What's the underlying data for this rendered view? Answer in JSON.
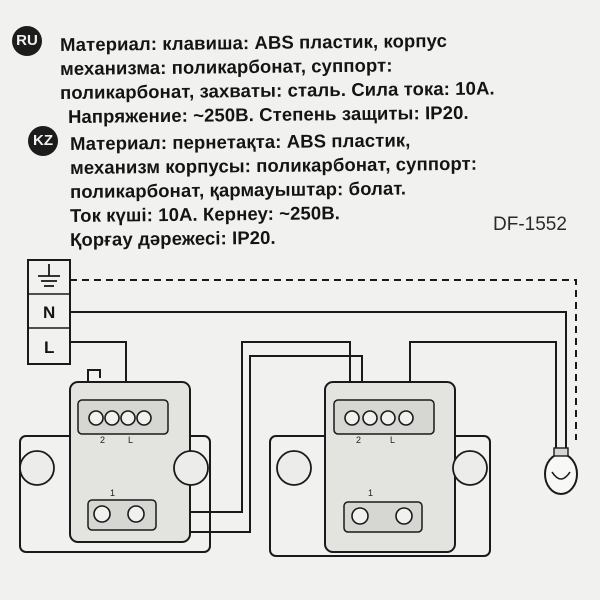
{
  "ru": {
    "badge": "RU",
    "lines": [
      "Материал: клавиша: ABS пластик, корпус",
      "механизма: поликарбонат, суппорт:",
      "поликарбонат, захваты: сталь. Сила тока: 10А.",
      "Напряжение: ~250В. Степень защиты: IP20."
    ]
  },
  "kz": {
    "badge": "KZ",
    "lines": [
      "Материал: пернетақта: ABS пластик,",
      "механизм корпусы: поликарбонат, суппорт:",
      "поликарбонат, қармауыштар: болат.",
      "Ток күші: 10А. Кернеу: ~250В.",
      "Қорғау дәрежесі: IP20."
    ]
  },
  "model_code": "DF-1552",
  "diagram": {
    "supply_labels": {
      "neutral": "N",
      "line": "L"
    },
    "switch_1": {
      "terminals": {
        "left": "2",
        "right": "L",
        "bottom": "1"
      }
    },
    "switch_2": {
      "terminals": {
        "left": "2",
        "right": "L",
        "bottom": "1"
      }
    }
  }
}
